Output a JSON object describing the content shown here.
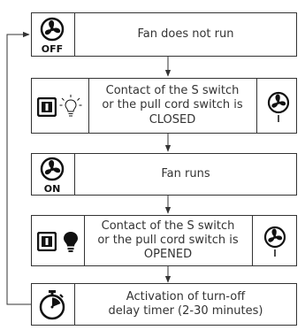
{
  "steps": [
    {
      "text": "Fan does not run",
      "icon_label": "OFF"
    },
    {
      "text": "Contact of the S switch\nor the pull cord switch is\nCLOSED"
    },
    {
      "text": "Fan runs",
      "icon_label": "ON"
    },
    {
      "text": "Contact of the S switch\nor the pull cord switch is\nOPENED"
    },
    {
      "text": "Activation of turn-off\ndelay timer (2-30 minutes)"
    }
  ],
  "icons": {
    "fan": "fan-icon",
    "switch": "wall-switch-icon",
    "lamp_off": "lightbulb-off-icon",
    "lamp_on": "lightbulb-on-icon",
    "timer": "stopwatch-icon"
  }
}
